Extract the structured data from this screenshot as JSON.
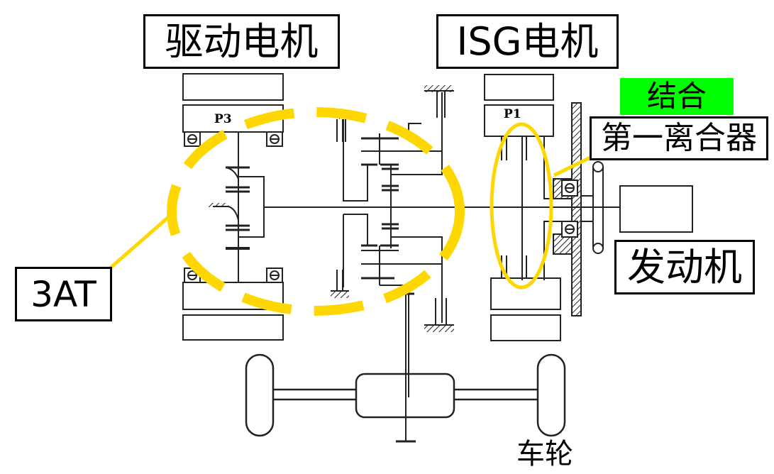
{
  "diagram": {
    "title": "P1+P3 hybrid powertrain schematic with 3AT",
    "labels": {
      "drive_motor": "驱动电机",
      "isg_motor": "ISG电机",
      "engaged": "结合",
      "first_clutch": "第一离合器",
      "engine": "发动机",
      "transmission": "3AT",
      "wheels": "车轮"
    },
    "motor_tags": {
      "p3": "P3",
      "p1": "P1"
    },
    "colors": {
      "highlight": "#FFD700",
      "engaged_bg": "#00FF00",
      "line": "#222222"
    }
  }
}
